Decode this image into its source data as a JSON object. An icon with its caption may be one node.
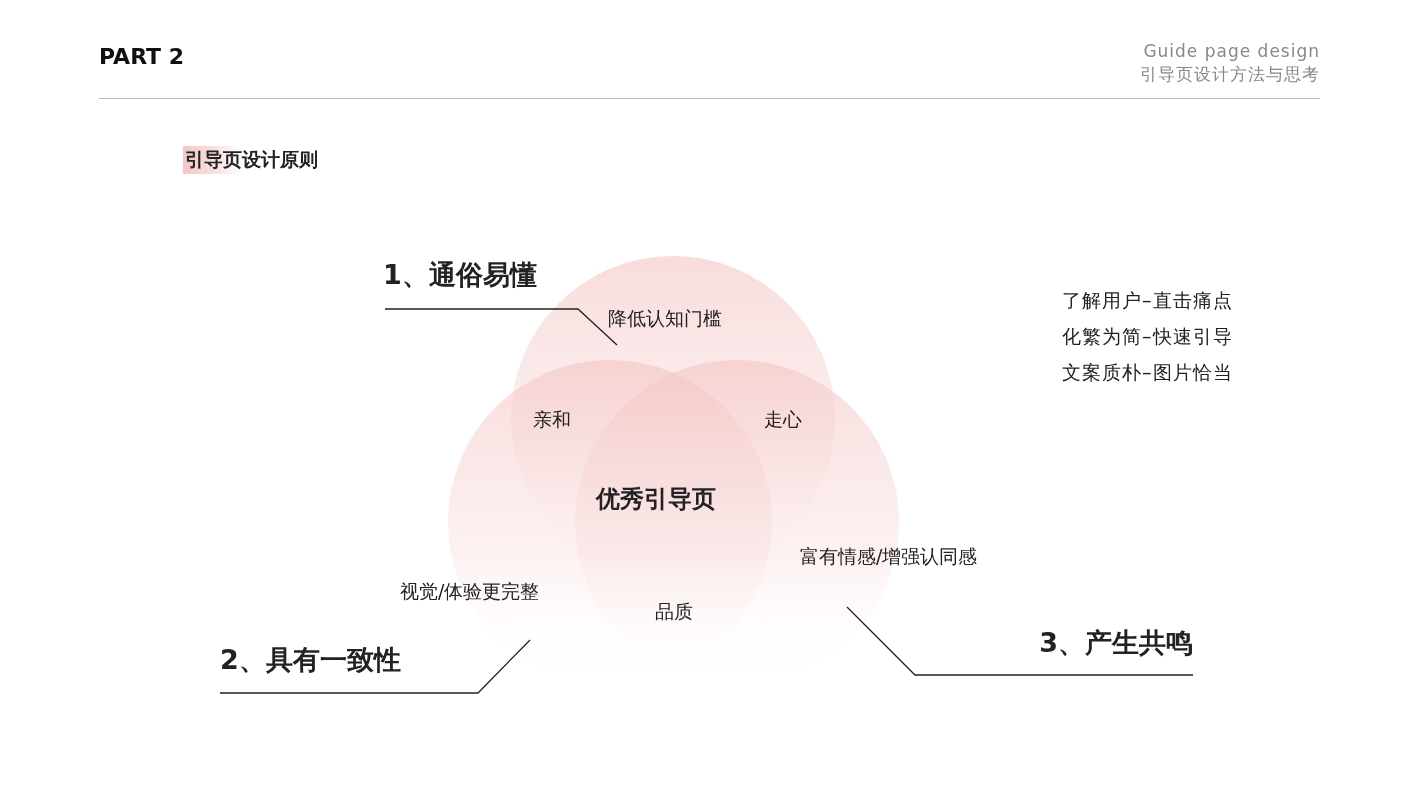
{
  "diagram": {
    "title": "引导页设计原则",
    "nodes": [
      {
        "text": [
          "1、通俗易懂"
        ]
      },
      {
        "text": [
          "降低认知门槛"
        ]
      },
      {
        "text": [
          "2、具有一致性"
        ]
      },
      {
        "text": [
          "视觉/体验更完整"
        ]
      },
      {
        "text": [
          "3、产生共鸣"
        ]
      },
      {
        "text": [
          "富有情感/增强认同感"
        ]
      }
    ],
    "edges": [
      {
        "from": 0,
        "to": 1,
        "arrow": "none"
      },
      {
        "from": 2,
        "to": 3,
        "arrow": "none"
      },
      {
        "from": 4,
        "to": 5,
        "arrow": "none"
      }
    ],
    "labels": [
      "PART 2",
      "Guide page design",
      "引导页设计方法与思考",
      "亲和",
      "走心",
      "优秀引导页",
      "品质",
      "了解用户–直击痛点",
      "化繁为简–快速引导",
      "文案质朴–图片恰当"
    ]
  }
}
